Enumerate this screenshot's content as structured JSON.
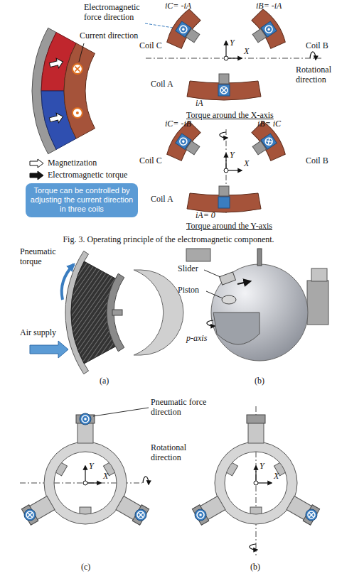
{
  "diagram": {
    "caption": "Fig. 3. Operating principle of the electromagnetic component.",
    "nodes": [
      {
        "text": [
          "Torque can be controlled by adjusting the current direction in three coils"
        ]
      }
    ],
    "labels": [
      "Electromagnetic force direction",
      "Current direction",
      "iC= -iA",
      "iB= -iA",
      "Coil C",
      "Coil B",
      "Y",
      "X",
      "Rotational direction",
      "Coil A",
      "iA",
      "Torque around the X-axis",
      "iC= -iB",
      "iB= iC",
      "Coil C",
      "Coil B",
      "Y",
      "X",
      "Coil A",
      "iA= 0",
      "Torque around the Y-axis",
      "Pneumatic torque",
      "Air supply",
      "(a)",
      "Slider",
      "Piston",
      "p-axis",
      "(b)",
      "Pneumatic force direction",
      "Rotational direction",
      "Y",
      "X",
      "Y",
      "X",
      "(c)",
      "(b)"
    ],
    "legend": [
      {
        "text": "Magnetization"
      },
      {
        "text": "Electromagnetic torque"
      }
    ]
  }
}
